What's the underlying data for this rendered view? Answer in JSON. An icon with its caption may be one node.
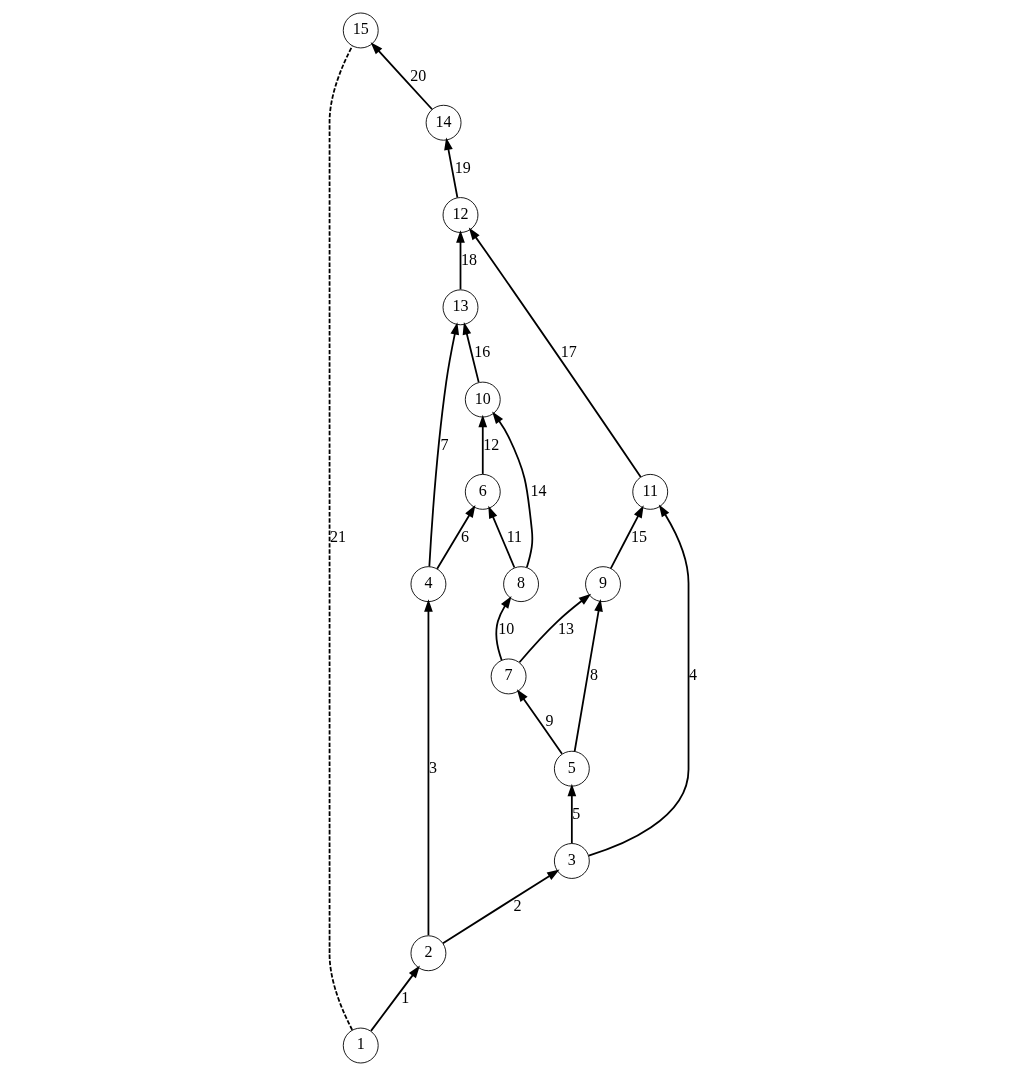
{
  "diagram": {
    "nodes": [
      {
        "text": [
          "1"
        ]
      },
      {
        "text": [
          "2"
        ]
      },
      {
        "text": [
          "3"
        ]
      },
      {
        "text": [
          "4"
        ]
      },
      {
        "text": [
          "5"
        ]
      },
      {
        "text": [
          "6"
        ]
      },
      {
        "text": [
          "7"
        ]
      },
      {
        "text": [
          "8"
        ]
      },
      {
        "text": [
          "9"
        ]
      },
      {
        "text": [
          "10"
        ]
      },
      {
        "text": [
          "11"
        ]
      },
      {
        "text": [
          "12"
        ]
      },
      {
        "text": [
          "13"
        ]
      },
      {
        "text": [
          "14"
        ]
      },
      {
        "text": [
          "15"
        ]
      }
    ],
    "edges": [
      {
        "from": 0,
        "to": 1,
        "arrow": "to",
        "label": "1"
      },
      {
        "from": 1,
        "to": 2,
        "arrow": "to",
        "label": "2"
      },
      {
        "from": 1,
        "to": 3,
        "arrow": "to",
        "label": "3"
      },
      {
        "from": 2,
        "to": 10,
        "arrow": "to",
        "label": "4"
      },
      {
        "from": 2,
        "to": 4,
        "arrow": "to",
        "label": "5"
      },
      {
        "from": 3,
        "to": 5,
        "arrow": "to",
        "label": "6"
      },
      {
        "from": 3,
        "to": 12,
        "arrow": "to",
        "label": "7"
      },
      {
        "from": 4,
        "to": 8,
        "arrow": "to",
        "label": "8"
      },
      {
        "from": 4,
        "to": 6,
        "arrow": "to",
        "label": "9"
      },
      {
        "from": 6,
        "to": 7,
        "arrow": "to",
        "label": "10"
      },
      {
        "from": 7,
        "to": 5,
        "arrow": "to",
        "label": "11"
      },
      {
        "from": 5,
        "to": 9,
        "arrow": "to",
        "label": "12"
      },
      {
        "from": 6,
        "to": 8,
        "arrow": "to",
        "label": "13"
      },
      {
        "from": 7,
        "to": 9,
        "arrow": "to",
        "label": "14"
      },
      {
        "from": 8,
        "to": 10,
        "arrow": "to",
        "label": "15"
      },
      {
        "from": 9,
        "to": 12,
        "arrow": "to",
        "label": "16"
      },
      {
        "from": 10,
        "to": 11,
        "arrow": "to",
        "label": "17"
      },
      {
        "from": 12,
        "to": 11,
        "arrow": "to",
        "label": "18"
      },
      {
        "from": 11,
        "to": 13,
        "arrow": "to",
        "label": "19"
      },
      {
        "from": 13,
        "to": 14,
        "arrow": "to",
        "label": "20"
      },
      {
        "from": 0,
        "to": 14,
        "arrow": "none",
        "label": "21",
        "style": "dashed"
      }
    ]
  }
}
